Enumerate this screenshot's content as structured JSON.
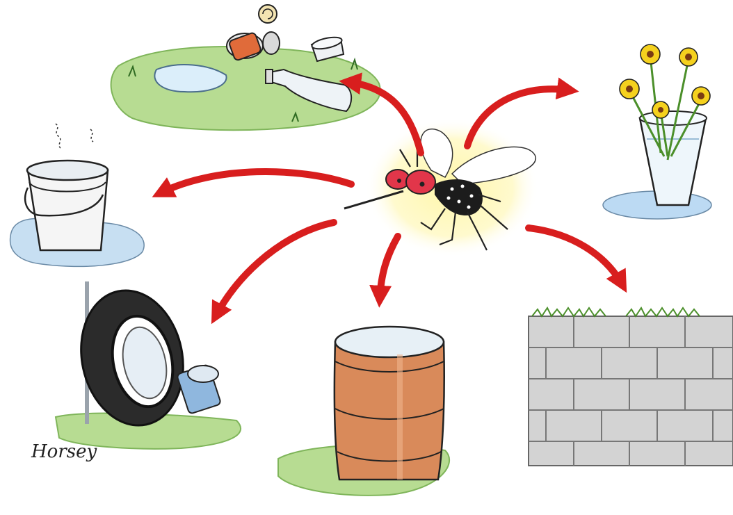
{
  "signature": "Horsey",
  "palette": {
    "arrow": "#d81e1e",
    "grass": "#b5d98e",
    "grass_dark": "#5f9e3a",
    "water": "#cfe4f4",
    "mosquito_glow": "#fff6a0",
    "mosquito_eye": "#e2364a",
    "barrel": "#d98556",
    "wall": "#cfcfcf",
    "flower": "#f5d11e",
    "ink": "#222222"
  },
  "scenes": [
    {
      "id": "yard-litter",
      "items": [
        "tin-can",
        "plastic-cup",
        "glass-bottle",
        "puddle",
        "grass"
      ]
    },
    {
      "id": "bucket",
      "items": [
        "bucket",
        "puddle"
      ]
    },
    {
      "id": "flower-vase",
      "items": [
        "vase",
        "flowers",
        "puddle"
      ]
    },
    {
      "id": "tire",
      "items": [
        "tire",
        "can",
        "grass"
      ]
    },
    {
      "id": "barrel",
      "items": [
        "oil-barrel",
        "grass"
      ]
    },
    {
      "id": "brick-wall",
      "items": [
        "wall",
        "grass"
      ]
    }
  ]
}
